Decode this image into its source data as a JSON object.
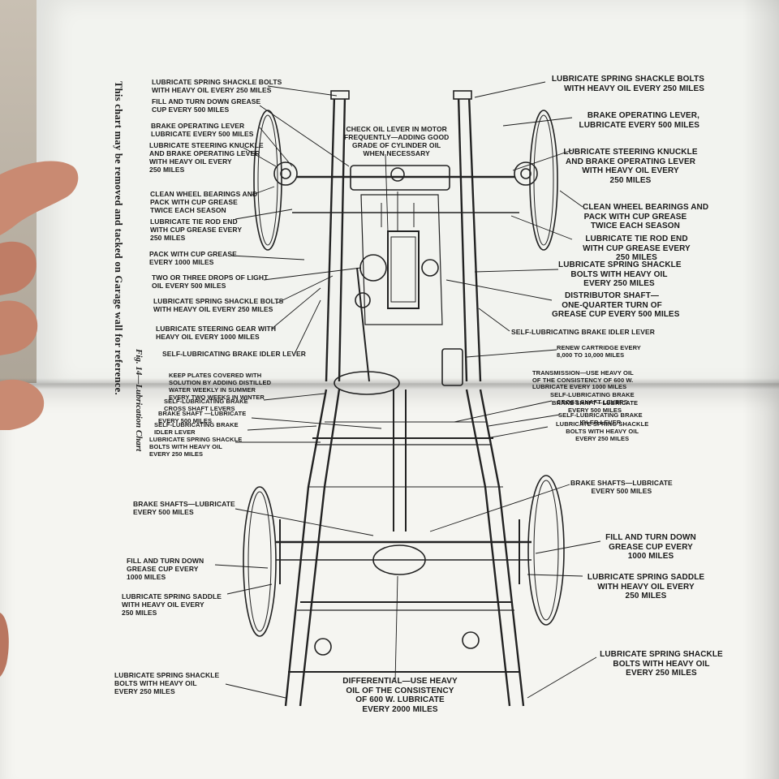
{
  "side_note": "This chart may be removed and tacked on Garage wall for reference.",
  "figure_caption": "Fig. 14—Lubrication Chart",
  "labels": {
    "l_spring_shackle_top": "LUBRICATE SPRING SHACKLE BOLTS\nWITH HEAVY OIL EVERY 250 MILES",
    "l_fill_grease_cup_500": "FILL AND TURN DOWN GREASE\nCUP EVERY 500 MILES",
    "l_brake_lever_500": "BRAKE OPERATING LEVER\nLUBRICATE EVERY 500 MILES",
    "l_steering_knuckle": "LUBRICATE STEERING KNUCKLE\nAND BRAKE OPERATING LEVER\nWITH HEAVY OIL EVERY\n250 MILES",
    "l_wheel_bearings": "CLEAN WHEEL BEARINGS AND\nPACK WITH CUP GREASE\nTWICE EACH SEASON",
    "l_tie_rod": "LUBRICATE TIE ROD END\nWITH CUP GREASE EVERY\n250 MILES",
    "l_pack_cup_grease": "PACK WITH CUP GREASE\nEVERY 1000 MILES",
    "l_light_oil": "TWO OR THREE DROPS OF LIGHT\nOIL EVERY 500 MILES",
    "l_spring_shackle_mid": "LUBRICATE SPRING SHACKLE BOLTS\nWITH HEAVY OIL EVERY 250 MILES",
    "l_steering_gear": "LUBRICATE STEERING GEAR WITH\nHEAVY OIL EVERY 1000 MILES",
    "l_brake_idler_left": "SELF-LUBRICATING BRAKE IDLER LEVER",
    "l_check_oil": "CHECK OIL LEVER IN MOTOR\nFREQUENTLY—ADDING GOOD\nGRADE OF CYLINDER OIL\nWHEN NECESSARY",
    "r_spring_shackle_top": "LUBRICATE SPRING SHACKLE BOLTS\nWITH HEAVY OIL EVERY 250 MILES",
    "r_brake_lever_500": "BRAKE OPERATING LEVER,\nLUBRICATE EVERY 500 MILES",
    "r_steering_knuckle": "LUBRICATE STEERING KNUCKLE\nAND BRAKE OPERATING LEVER\nWITH HEAVY OIL EVERY\n250 MILES",
    "r_wheel_bearings": "CLEAN WHEEL BEARINGS AND\nPACK WITH CUP GREASE\nTWICE EACH SEASON",
    "r_tie_rod": "LUBRICATE TIE ROD END\nWITH CUP GREASE EVERY\n250 MILES",
    "r_spring_shackle_mid": "LUBRICATE SPRING SHACKLE\nBOLTS WITH HEAVY OIL\nEVERY 250 MILES",
    "r_distributor": "DISTRIBUTOR SHAFT—\nONE-QUARTER TURN OF\nGREASE CUP EVERY 500 MILES",
    "r_brake_idler": "SELF-LUBRICATING BRAKE IDLER LEVER",
    "r_cartridge": "RENEW CARTRIDGE EVERY\n8,000 TO 10,000 MILES",
    "b_battery": "KEEP PLATES COVERED WITH\nSOLUTION BY ADDING DISTILLED\nWATER WEEKLY IN SUMMER\nEVERY TWO WEEKS IN WINTER",
    "b_cross_shaft_left": "SELF-LUBRICATING BRAKE\nCROSS SHAFT LEVERS",
    "b_brake_shaft_left": "BRAKE SHAFT —LUBRICATE\nEVERY 500 MILES",
    "b_idler_left": "SELF-LUBRICATING BRAKE\nIDLER LEVER",
    "b_spring_shackle_left": "LUBRICATE SPRING SHACKLE\nBOLTS WITH HEAVY OIL\nEVERY 250 MILES",
    "b_transmission": "TRANSMISSION—USE HEAVY OIL\nOF THE CONSISTENCY OF 600 W.\nLUBRICATE EVERY 1000 MILES",
    "b_cross_shaft_right": "SELF-LUBRICATING BRAKE\nCROSS SHAFT LEVERS",
    "b_brake_shaft_right": "BRAKE SHAFT—LUBRICATE\nEVERY 500 MILES",
    "b_idler_right": "SELF-LUBRICATING BRAKE\nIDLER LEVER",
    "b_spring_shackle_right": "LUBRICATE SPRING SHACKLE\nBOLTS WITH HEAVY OIL\nEVERY 250 MILES",
    "b_brake_shafts_left": "BRAKE SHAFTS—LUBRICATE\nEVERY 500 MILES",
    "b_brake_shafts_right": "BRAKE SHAFTS—LUBRICATE\nEVERY 500 MILES",
    "b_fill_grease_left": "FILL AND TURN DOWN\nGREASE CUP EVERY\n1000 MILES",
    "b_fill_grease_right": "FILL AND TURN DOWN\nGREASE CUP EVERY\n1000 MILES",
    "b_spring_saddle_left": "LUBRICATE SPRING SADDLE\nWITH HEAVY OIL EVERY\n250 MILES",
    "b_spring_saddle_right": "LUBRICATE SPRING SADDLE\nWITH HEAVY OIL EVERY\n250 MILES",
    "b_rear_shackle_left": "LUBRICATE SPRING SHACKLE\nBOLTS WITH HEAVY OIL\nEVERY 250 MILES",
    "b_rear_shackle_right": "LUBRICATE SPRING SHACKLE\nBOLTS WITH HEAVY OIL\nEVERY 250 MILES",
    "b_differential": "DIFFERENTIAL—USE HEAVY\nOIL OF THE CONSISTENCY\nOF 600 W. LUBRICATE\nEVERY 2000 MILES"
  }
}
